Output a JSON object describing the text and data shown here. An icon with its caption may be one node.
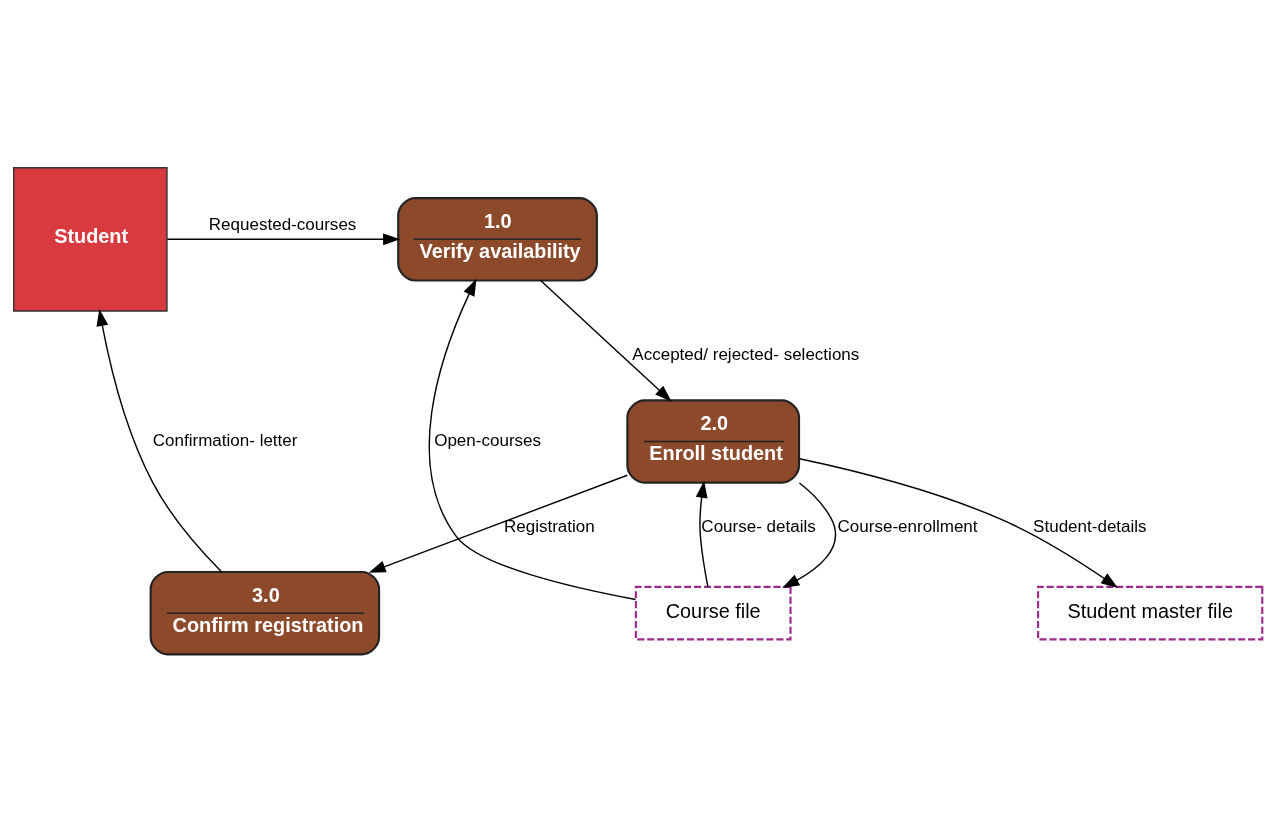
{
  "diagram": {
    "nodes": [
      {
        "text": [
          "Student"
        ]
      },
      {
        "text": [
          "1.0",
          "Verify availability"
        ]
      },
      {
        "text": [
          "2.0",
          "Enroll student"
        ]
      },
      {
        "text": [
          "3.0",
          "Confirm registration"
        ]
      },
      {
        "text": [
          "Course file"
        ]
      },
      {
        "text": [
          "Student master file"
        ]
      }
    ],
    "edges": [
      {
        "from": 0,
        "to": 1,
        "arrow": "to",
        "label": "Requested-courses"
      },
      {
        "from": 4,
        "to": 1,
        "arrow": "to",
        "label": "Open-courses"
      },
      {
        "from": 1,
        "to": 2,
        "arrow": "to",
        "label": "Accepted/ rejected- selections"
      },
      {
        "from": 4,
        "to": 2,
        "arrow": "to",
        "label": "Course- details"
      },
      {
        "from": 2,
        "to": 4,
        "arrow": "to",
        "label": "Course-enrollment"
      },
      {
        "from": 2,
        "to": 5,
        "arrow": "to",
        "label": "Student-details"
      },
      {
        "from": 2,
        "to": 3,
        "arrow": "to",
        "label": "Registration"
      },
      {
        "from": 3,
        "to": 0,
        "arrow": "to",
        "label": "Confirmation- letter"
      }
    ]
  }
}
